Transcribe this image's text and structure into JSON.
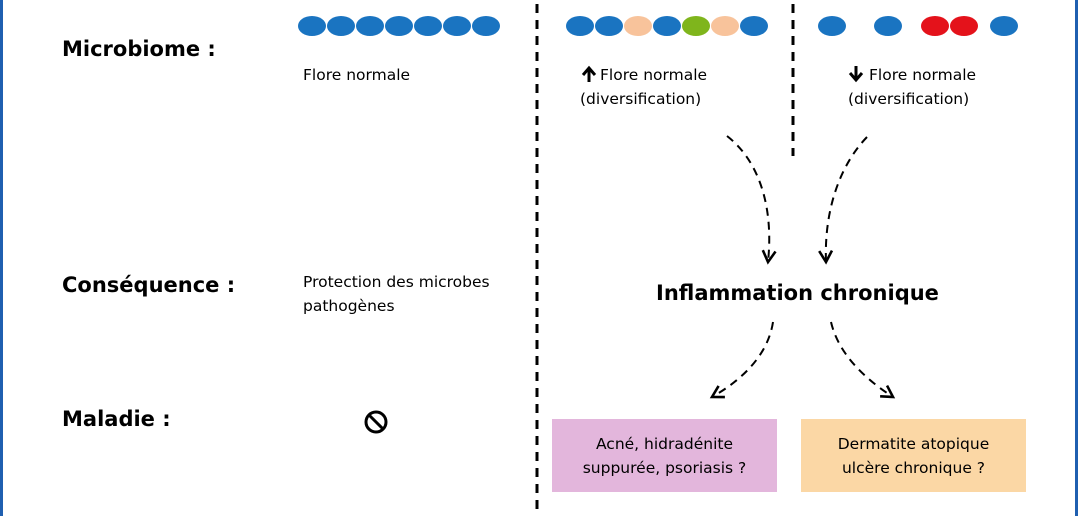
{
  "labels": {
    "microbiome": "Microbiome :",
    "consequence": "Conséquence :",
    "maladie": "Maladie :"
  },
  "normal": {
    "flore": "Flore normale",
    "consequence": "Protection des microbes\npathogènes",
    "maladie_icon": "prohibited-icon"
  },
  "increase": {
    "arrow_icon": "arrow-up-icon",
    "flore": "Flore normale",
    "note": "(diversification)"
  },
  "decrease": {
    "arrow_icon": "arrow-down-icon",
    "flore": "Flore normale",
    "note": "(diversification)"
  },
  "center": {
    "inflammation": "Inflammation chronique"
  },
  "diseases": {
    "left": "Acné, hidradénite\nsuppurée, psoriasis ?",
    "right": "Dermatite atopique\nulcère chronique ?"
  },
  "colors": {
    "blue_bacteria": "#1a74c1",
    "peach_bacteria": "#f8c39b",
    "green_bacteria": "#7fb51c",
    "red_bacteria": "#e4121b",
    "box_left": "#e3b6dc",
    "box_right": "#fbd7a5",
    "frame": "#1f5fb0"
  }
}
